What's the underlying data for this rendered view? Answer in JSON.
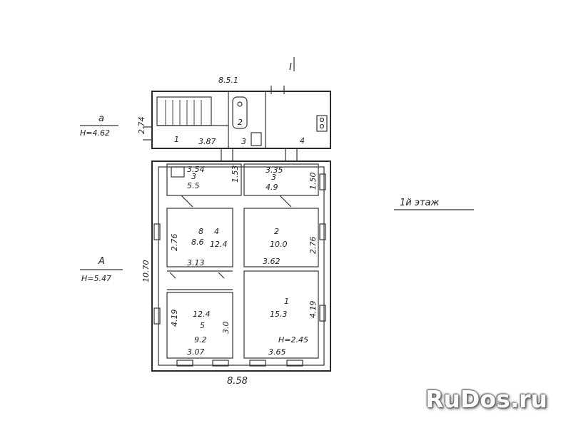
{
  "section_marker": "I",
  "block_a": {
    "letter": "а",
    "height": "H=4.62",
    "dim_274": "2.74"
  },
  "block_A": {
    "letter": "А",
    "height": "H=5.47",
    "dim_1070": "10.70"
  },
  "floor_label": "1й этаж",
  "top_label": "8.5.1",
  "bottom_width": "8.58",
  "rooms_a": [
    {
      "num": "1",
      "dim": "3.87"
    },
    {
      "num": "2"
    },
    {
      "num": "3"
    },
    {
      "num": "4"
    }
  ],
  "hall": [
    {
      "dim": "3.54",
      "num": "3",
      "area": "5.5"
    },
    {
      "dim": "3.35",
      "num": "3",
      "area": "4.9"
    }
  ],
  "side_dims": {
    "left_hall": "1.53",
    "right_hall": "1.50"
  },
  "room4": {
    "num": "4",
    "area": "12.4",
    "sub_num": "8",
    "sub_area": "8.6",
    "side": "2.76",
    "bottom": "3.13"
  },
  "room2": {
    "num": "2",
    "area": "10.0",
    "side": "2.76",
    "bottom": "3.62"
  },
  "room5": {
    "top_area": "12.4",
    "num": "5",
    "area": "9.2",
    "side": "4.19",
    "right": "3.0",
    "bottom": "3.07"
  },
  "room1": {
    "num": "1",
    "area": "15.3",
    "side": "4.19",
    "height": "H=2.45",
    "bottom": "3.65"
  },
  "watermark": "RuDos.ru",
  "colors": {
    "ink": "#2a2a2a",
    "paper": "#ffffff"
  }
}
